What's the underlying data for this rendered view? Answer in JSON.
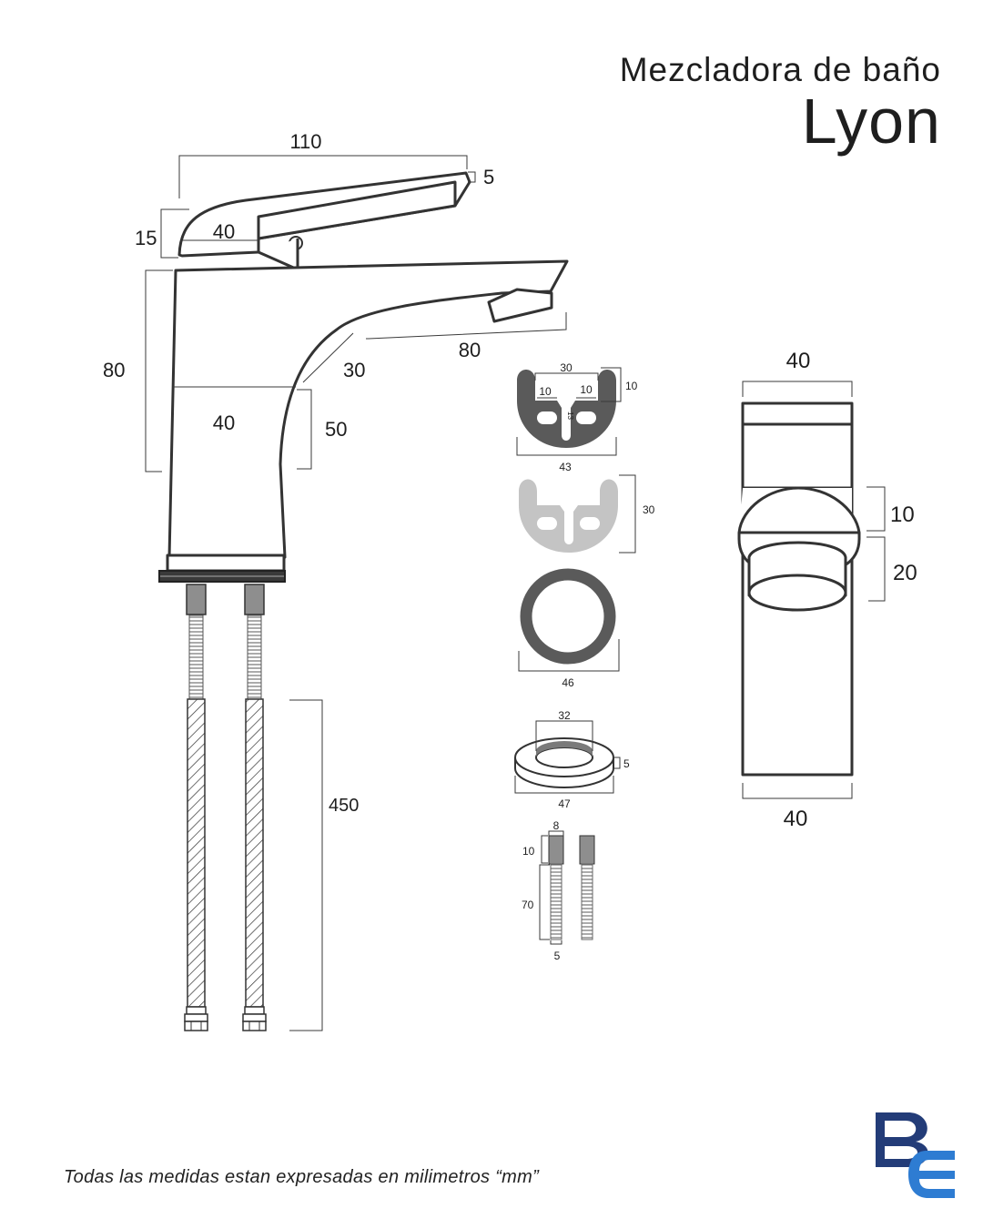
{
  "title": {
    "line1": "Mezcladora de baño",
    "line2": "Lyon"
  },
  "footnote": "Todas las medidas estan expresadas en milimetros “mm”",
  "colors": {
    "logo_dark": "#233c78",
    "logo_light": "#2e7cd2",
    "outline": "#333333",
    "part_dark": "#5a5a5a",
    "part_light": "#c4c4c4"
  },
  "logo": {
    "icon": "be-brand-logo"
  },
  "dimensions": {
    "faucet": {
      "width_top": "110",
      "lever_thickness": "5",
      "lever_height": "15",
      "lever_length": "40",
      "body_height": "80",
      "spout_reach": "80",
      "spout_curve": "30",
      "body_width": "40",
      "lower_height": "50",
      "hose_length": "450"
    },
    "bracket_dark": {
      "inner_width": "30",
      "depth": "10",
      "slot_left": "10",
      "slot_right": "10",
      "slot_gap": "13",
      "outer_width": "43"
    },
    "bracket_light": {
      "height": "30"
    },
    "ring": {
      "diameter": "46"
    },
    "washer": {
      "inner": "32",
      "thickness": "5",
      "outer": "47"
    },
    "rod": {
      "nut_width": "8",
      "nut_height": "10",
      "thread_length": "70",
      "rod_diameter": "5"
    },
    "front_view": {
      "width_top": "40",
      "lever_height": "10",
      "spout_height": "20",
      "width_bottom": "40"
    }
  }
}
